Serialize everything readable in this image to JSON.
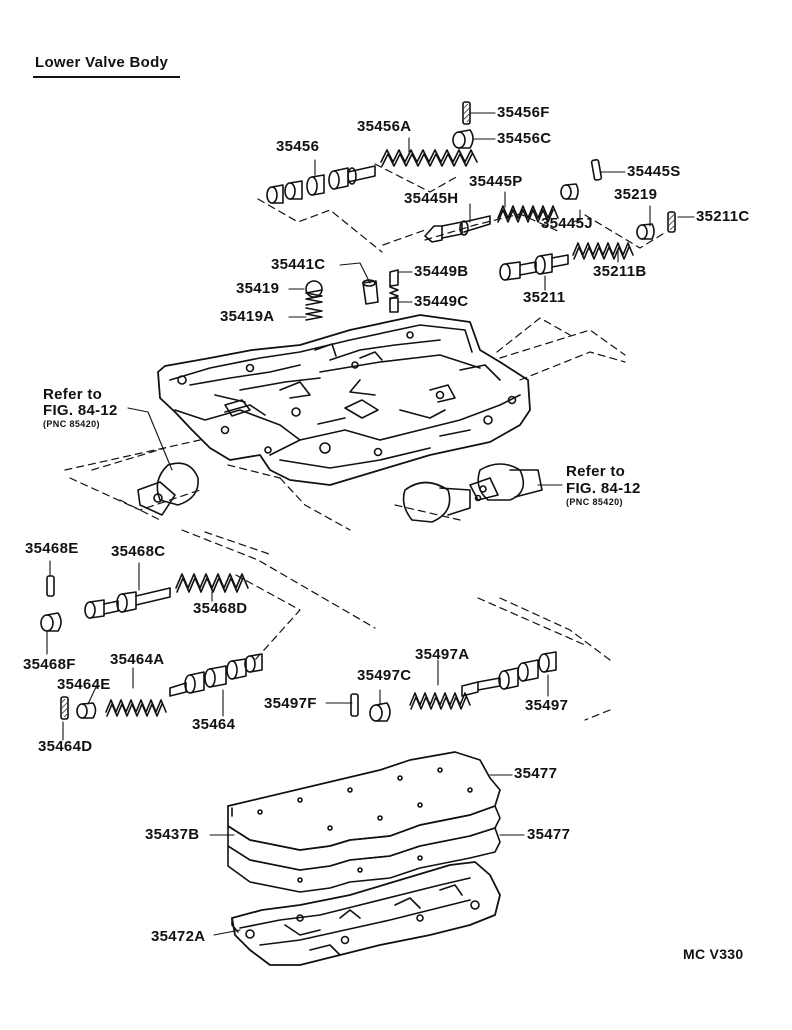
{
  "title": "Lower Valve Body",
  "diagram_id": "MC  V330",
  "parts": {
    "p35456F": "35456F",
    "p35456A": "35456A",
    "p35456C": "35456C",
    "p35456": "35456",
    "p35445S": "35445S",
    "p35445P": "35445P",
    "p35445H": "35445H",
    "p35219": "35219",
    "p35211C": "35211C",
    "p35445J": "35445J",
    "p35441C": "35441C",
    "p35449B": "35449B",
    "p35211B": "35211B",
    "p35419": "35419",
    "p35449C": "35449C",
    "p35211": "35211",
    "p35419A": "35419A",
    "p35468E": "35468E",
    "p35468C": "35468C",
    "p35468D": "35468D",
    "p35468F": "35468F",
    "p35464A": "35464A",
    "p35497A": "35497A",
    "p35464E": "35464E",
    "p35497C": "35497C",
    "p35497F": "35497F",
    "p35497": "35497",
    "p35464": "35464",
    "p35464D": "35464D",
    "p35477a": "35477",
    "p35437B": "35437B",
    "p35477b": "35477",
    "p35472A": "35472A"
  },
  "refs": {
    "left": {
      "line1": "Refer to",
      "line2": "FIG. 84-12",
      "line3": "(PNC 85420)"
    },
    "right": {
      "line1": "Refer to",
      "line2": "FIG. 84-12",
      "line3": "(PNC 85420)"
    }
  }
}
